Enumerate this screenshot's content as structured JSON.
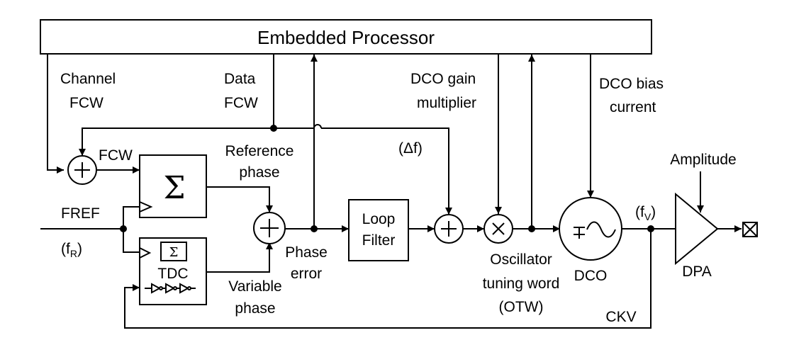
{
  "blocks": {
    "processor": "Embedded Processor",
    "loop_filter_line1": "Loop",
    "loop_filter_line2": "Filter",
    "tdc": "TDC",
    "dco": "DCO",
    "dpa": "DPA"
  },
  "labels": {
    "channel_fcw_1": "Channel",
    "channel_fcw_2": "FCW",
    "data_fcw_1": "Data",
    "data_fcw_2": "FCW",
    "dco_gain_1": "DCO gain",
    "dco_gain_2": "multiplier",
    "dco_bias_1": "DCO bias",
    "dco_bias_2": "current",
    "fcw": "FCW",
    "delta_f": "(Δf)",
    "reference_phase_1": "Reference",
    "reference_phase_2": "phase",
    "variable_phase_1": "Variable",
    "variable_phase_2": "phase",
    "phase_error_1": "Phase",
    "phase_error_2": "error",
    "fref": "FREF",
    "f_r_open": "(f",
    "f_r_sub": "R",
    "f_r_close": ")",
    "f_v_open": "(f",
    "f_v_sub": "V",
    "f_v_close": ")",
    "amplitude": "Amplitude",
    "otw_1": "Oscillator",
    "otw_2": "tuning word",
    "otw_3": "(OTW)",
    "ckv": "CKV"
  },
  "symbols": {
    "sigma": "Σ",
    "sigma_small": "Σ"
  }
}
